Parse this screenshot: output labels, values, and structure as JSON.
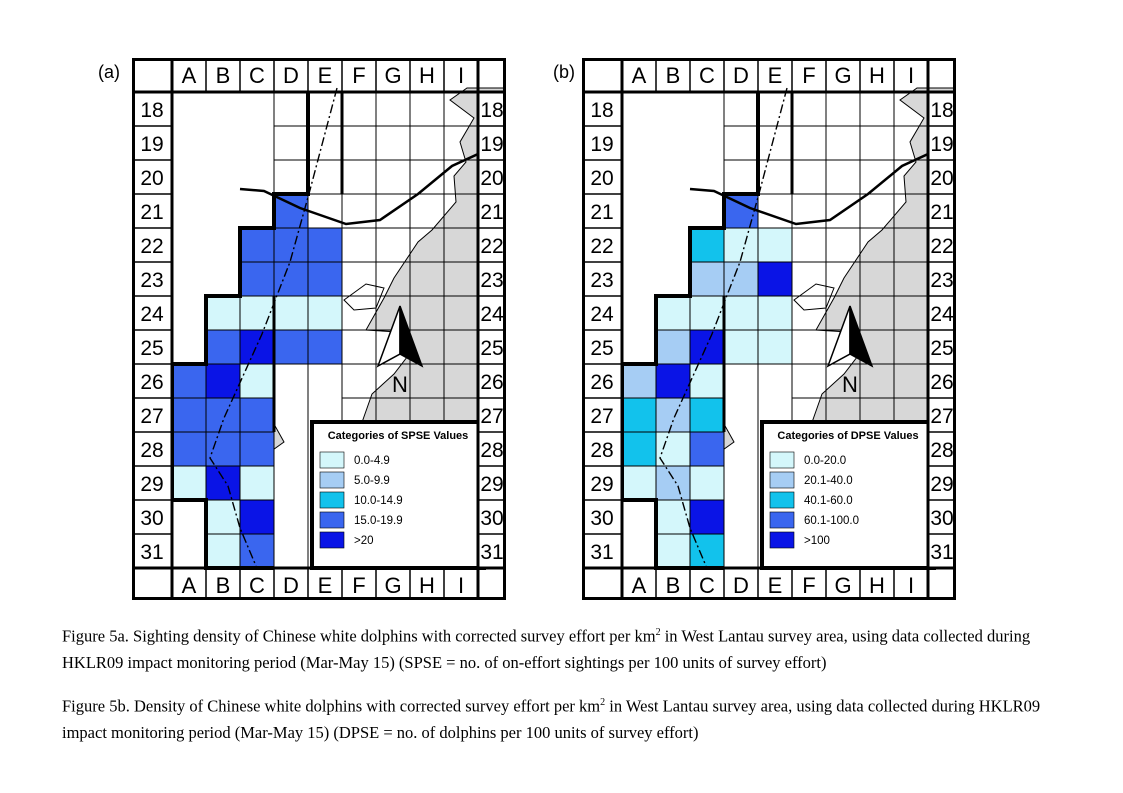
{
  "panels": [
    {
      "id": "a",
      "label": "(a)",
      "legend_title": "Categories of SPSE Values",
      "categories": [
        "0.0-4.9",
        "5.0-9.9",
        "10.0-14.9",
        "15.0-19.9",
        ">20"
      ],
      "cells": [
        {
          "col": "D",
          "row": 21,
          "cat": 3
        },
        {
          "col": "C",
          "row": 22,
          "cat": 3
        },
        {
          "col": "D",
          "row": 22,
          "cat": 3
        },
        {
          "col": "E",
          "row": 22,
          "cat": 3
        },
        {
          "col": "C",
          "row": 23,
          "cat": 3
        },
        {
          "col": "D",
          "row": 23,
          "cat": 3
        },
        {
          "col": "E",
          "row": 23,
          "cat": 3
        },
        {
          "col": "B",
          "row": 24,
          "cat": 0
        },
        {
          "col": "C",
          "row": 24,
          "cat": 0
        },
        {
          "col": "D",
          "row": 24,
          "cat": 0
        },
        {
          "col": "E",
          "row": 24,
          "cat": 0
        },
        {
          "col": "B",
          "row": 25,
          "cat": 3
        },
        {
          "col": "C",
          "row": 25,
          "cat": 4
        },
        {
          "col": "D",
          "row": 25,
          "cat": 3
        },
        {
          "col": "E",
          "row": 25,
          "cat": 3
        },
        {
          "col": "A",
          "row": 26,
          "cat": 3
        },
        {
          "col": "B",
          "row": 26,
          "cat": 4
        },
        {
          "col": "C",
          "row": 26,
          "cat": 0
        },
        {
          "col": "A",
          "row": 27,
          "cat": 3
        },
        {
          "col": "B",
          "row": 27,
          "cat": 3
        },
        {
          "col": "C",
          "row": 27,
          "cat": 3
        },
        {
          "col": "A",
          "row": 28,
          "cat": 3
        },
        {
          "col": "B",
          "row": 28,
          "cat": 3
        },
        {
          "col": "C",
          "row": 28,
          "cat": 3
        },
        {
          "col": "A",
          "row": 29,
          "cat": 0
        },
        {
          "col": "B",
          "row": 29,
          "cat": 4
        },
        {
          "col": "C",
          "row": 29,
          "cat": 0
        },
        {
          "col": "B",
          "row": 30,
          "cat": 0
        },
        {
          "col": "C",
          "row": 30,
          "cat": 4
        },
        {
          "col": "B",
          "row": 31,
          "cat": 0
        },
        {
          "col": "C",
          "row": 31,
          "cat": 3
        }
      ]
    },
    {
      "id": "b",
      "label": "(b)",
      "legend_title": "Categories of DPSE Values",
      "categories": [
        "0.0-20.0",
        "20.1-40.0",
        "40.1-60.0",
        "60.1-100.0",
        ">100"
      ],
      "cells": [
        {
          "col": "D",
          "row": 21,
          "cat": 3
        },
        {
          "col": "C",
          "row": 22,
          "cat": 2
        },
        {
          "col": "D",
          "row": 22,
          "cat": 0
        },
        {
          "col": "E",
          "row": 22,
          "cat": 0
        },
        {
          "col": "C",
          "row": 23,
          "cat": 1
        },
        {
          "col": "D",
          "row": 23,
          "cat": 1
        },
        {
          "col": "E",
          "row": 23,
          "cat": 4
        },
        {
          "col": "B",
          "row": 24,
          "cat": 0
        },
        {
          "col": "C",
          "row": 24,
          "cat": 0
        },
        {
          "col": "D",
          "row": 24,
          "cat": 0
        },
        {
          "col": "E",
          "row": 24,
          "cat": 0
        },
        {
          "col": "B",
          "row": 25,
          "cat": 1
        },
        {
          "col": "C",
          "row": 25,
          "cat": 4
        },
        {
          "col": "D",
          "row": 25,
          "cat": 0
        },
        {
          "col": "E",
          "row": 25,
          "cat": 0
        },
        {
          "col": "A",
          "row": 26,
          "cat": 1
        },
        {
          "col": "B",
          "row": 26,
          "cat": 4
        },
        {
          "col": "C",
          "row": 26,
          "cat": 0
        },
        {
          "col": "A",
          "row": 27,
          "cat": 2
        },
        {
          "col": "B",
          "row": 27,
          "cat": 1
        },
        {
          "col": "C",
          "row": 27,
          "cat": 2
        },
        {
          "col": "A",
          "row": 28,
          "cat": 2
        },
        {
          "col": "B",
          "row": 28,
          "cat": 0
        },
        {
          "col": "C",
          "row": 28,
          "cat": 3
        },
        {
          "col": "A",
          "row": 29,
          "cat": 0
        },
        {
          "col": "B",
          "row": 29,
          "cat": 1
        },
        {
          "col": "C",
          "row": 29,
          "cat": 0
        },
        {
          "col": "B",
          "row": 30,
          "cat": 0
        },
        {
          "col": "C",
          "row": 30,
          "cat": 4
        },
        {
          "col": "B",
          "row": 31,
          "cat": 0
        },
        {
          "col": "C",
          "row": 31,
          "cat": 2
        }
      ]
    }
  ],
  "columns": [
    "A",
    "B",
    "C",
    "D",
    "E",
    "F",
    "G",
    "H",
    "I"
  ],
  "rows": [
    "18",
    "19",
    "20",
    "21",
    "22",
    "23",
    "24",
    "25",
    "26",
    "27",
    "28",
    "29",
    "30",
    "31"
  ],
  "north_label": "N",
  "colors": {
    "cat0": "#d4f7fb",
    "cat1": "#a6cdf4",
    "cat2": "#12c2ec",
    "cat3": "#3a66ef",
    "cat4": "#0a14e6",
    "land": "#d7d7d7"
  },
  "captions": [
    {
      "pre": "Figure 5a.  Sighting density of Chinese white dolphins with corrected survey effort per km",
      "sup": "2",
      "post": " in West Lantau survey area, using data collected during HKLR09 impact monitoring period (Mar-May 15) (SPSE = no. of on-effort sightings per 100 units of survey effort)"
    },
    {
      "pre": "Figure 5b.  Density of Chinese white dolphins with corrected survey effort per km",
      "sup": "2",
      "post": " in West Lantau survey area, using data collected during HKLR09 impact monitoring period (Mar-May 15) (DPSE = no. of dolphins per 100 units of survey effort)"
    }
  ]
}
